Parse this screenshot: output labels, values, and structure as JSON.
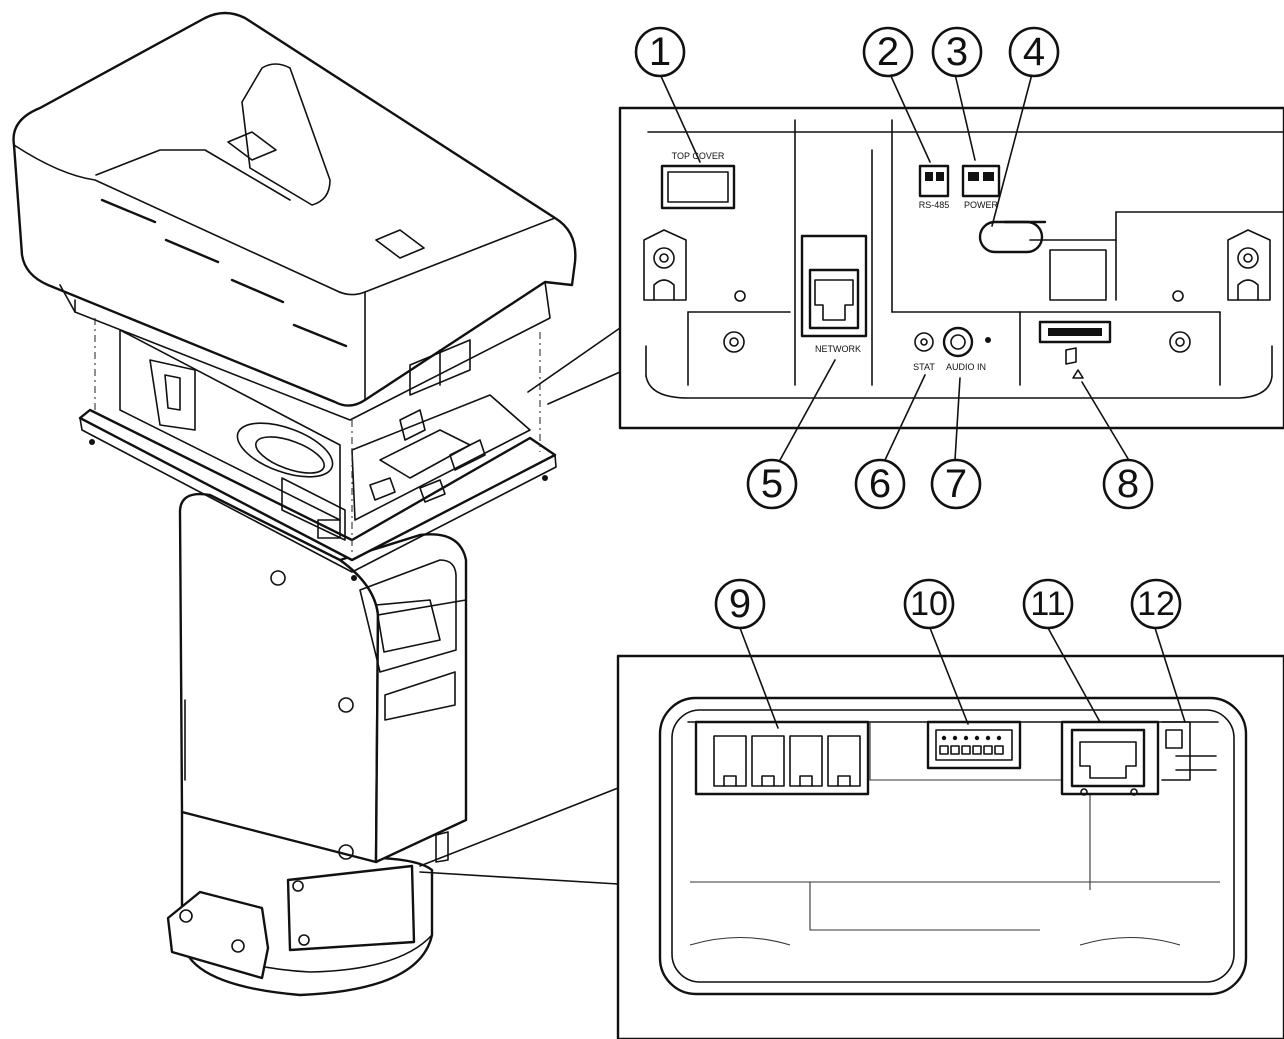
{
  "diagram": {
    "callouts": [
      "1",
      "2",
      "3",
      "4",
      "5",
      "6",
      "7",
      "8",
      "9",
      "10",
      "11",
      "12"
    ],
    "port_labels": {
      "top_cover": "TOP COVER",
      "rs485": "RS-485",
      "power": "POWER",
      "network": "NETWORK",
      "stat": "STAT",
      "audio_in": "AUDIO IN"
    },
    "colors": {
      "ink": "#111111",
      "background": "#ffffff"
    }
  }
}
